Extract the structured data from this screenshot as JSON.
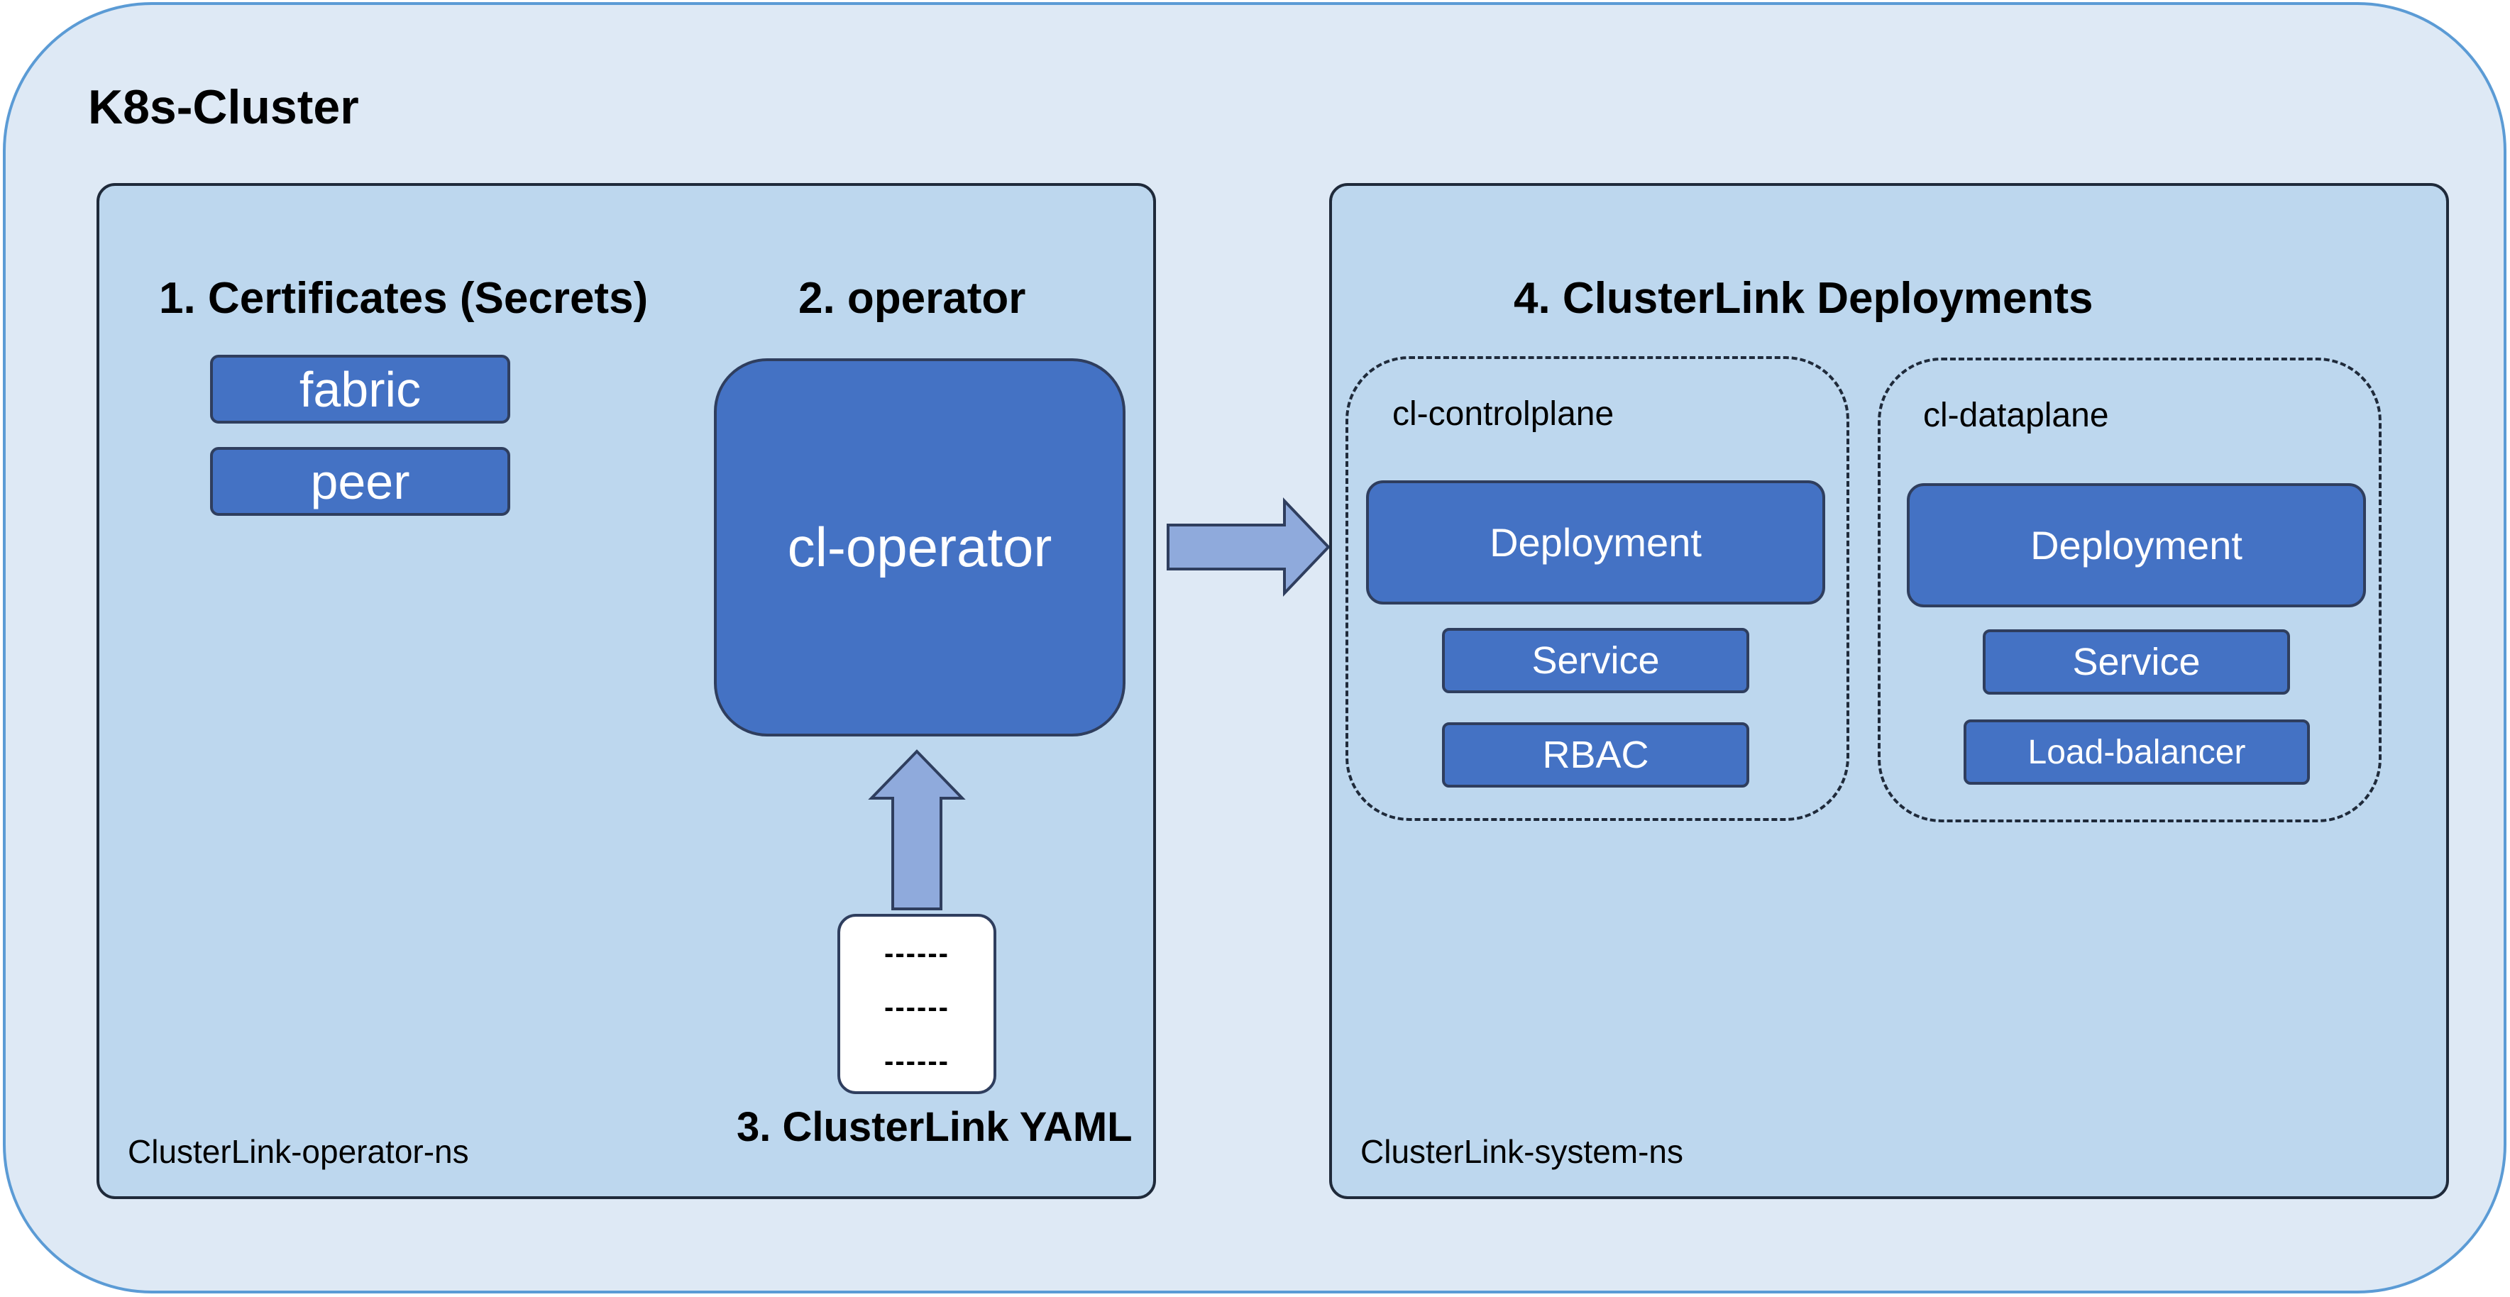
{
  "cluster": {
    "title": "K8s-Cluster"
  },
  "operator_ns": {
    "name": "ClusterLink-operator-ns",
    "certificates": {
      "title": "1. Certificates (Secrets)",
      "items": [
        "fabric",
        "peer"
      ]
    },
    "operator": {
      "title": "2. operator",
      "box_label": "cl-operator"
    },
    "yaml": {
      "title": "3. ClusterLink YAML",
      "lines": [
        "------",
        "------",
        "------"
      ]
    }
  },
  "system_ns": {
    "name": "ClusterLink-system-ns",
    "title": "4. ClusterLink Deployments",
    "controlplane": {
      "label": "cl-controlplane",
      "deployment": "Deployment",
      "service": "Service",
      "rbac": "RBAC"
    },
    "dataplane": {
      "label": "cl-dataplane",
      "deployment": "Deployment",
      "service": "Service",
      "loadbalancer": "Load-balancer"
    }
  },
  "colors": {
    "cluster_bg": "#dee9f5",
    "ns_bg": "#bdd7ee",
    "box_blue": "#4472c4",
    "arrow": "#8faadc"
  }
}
